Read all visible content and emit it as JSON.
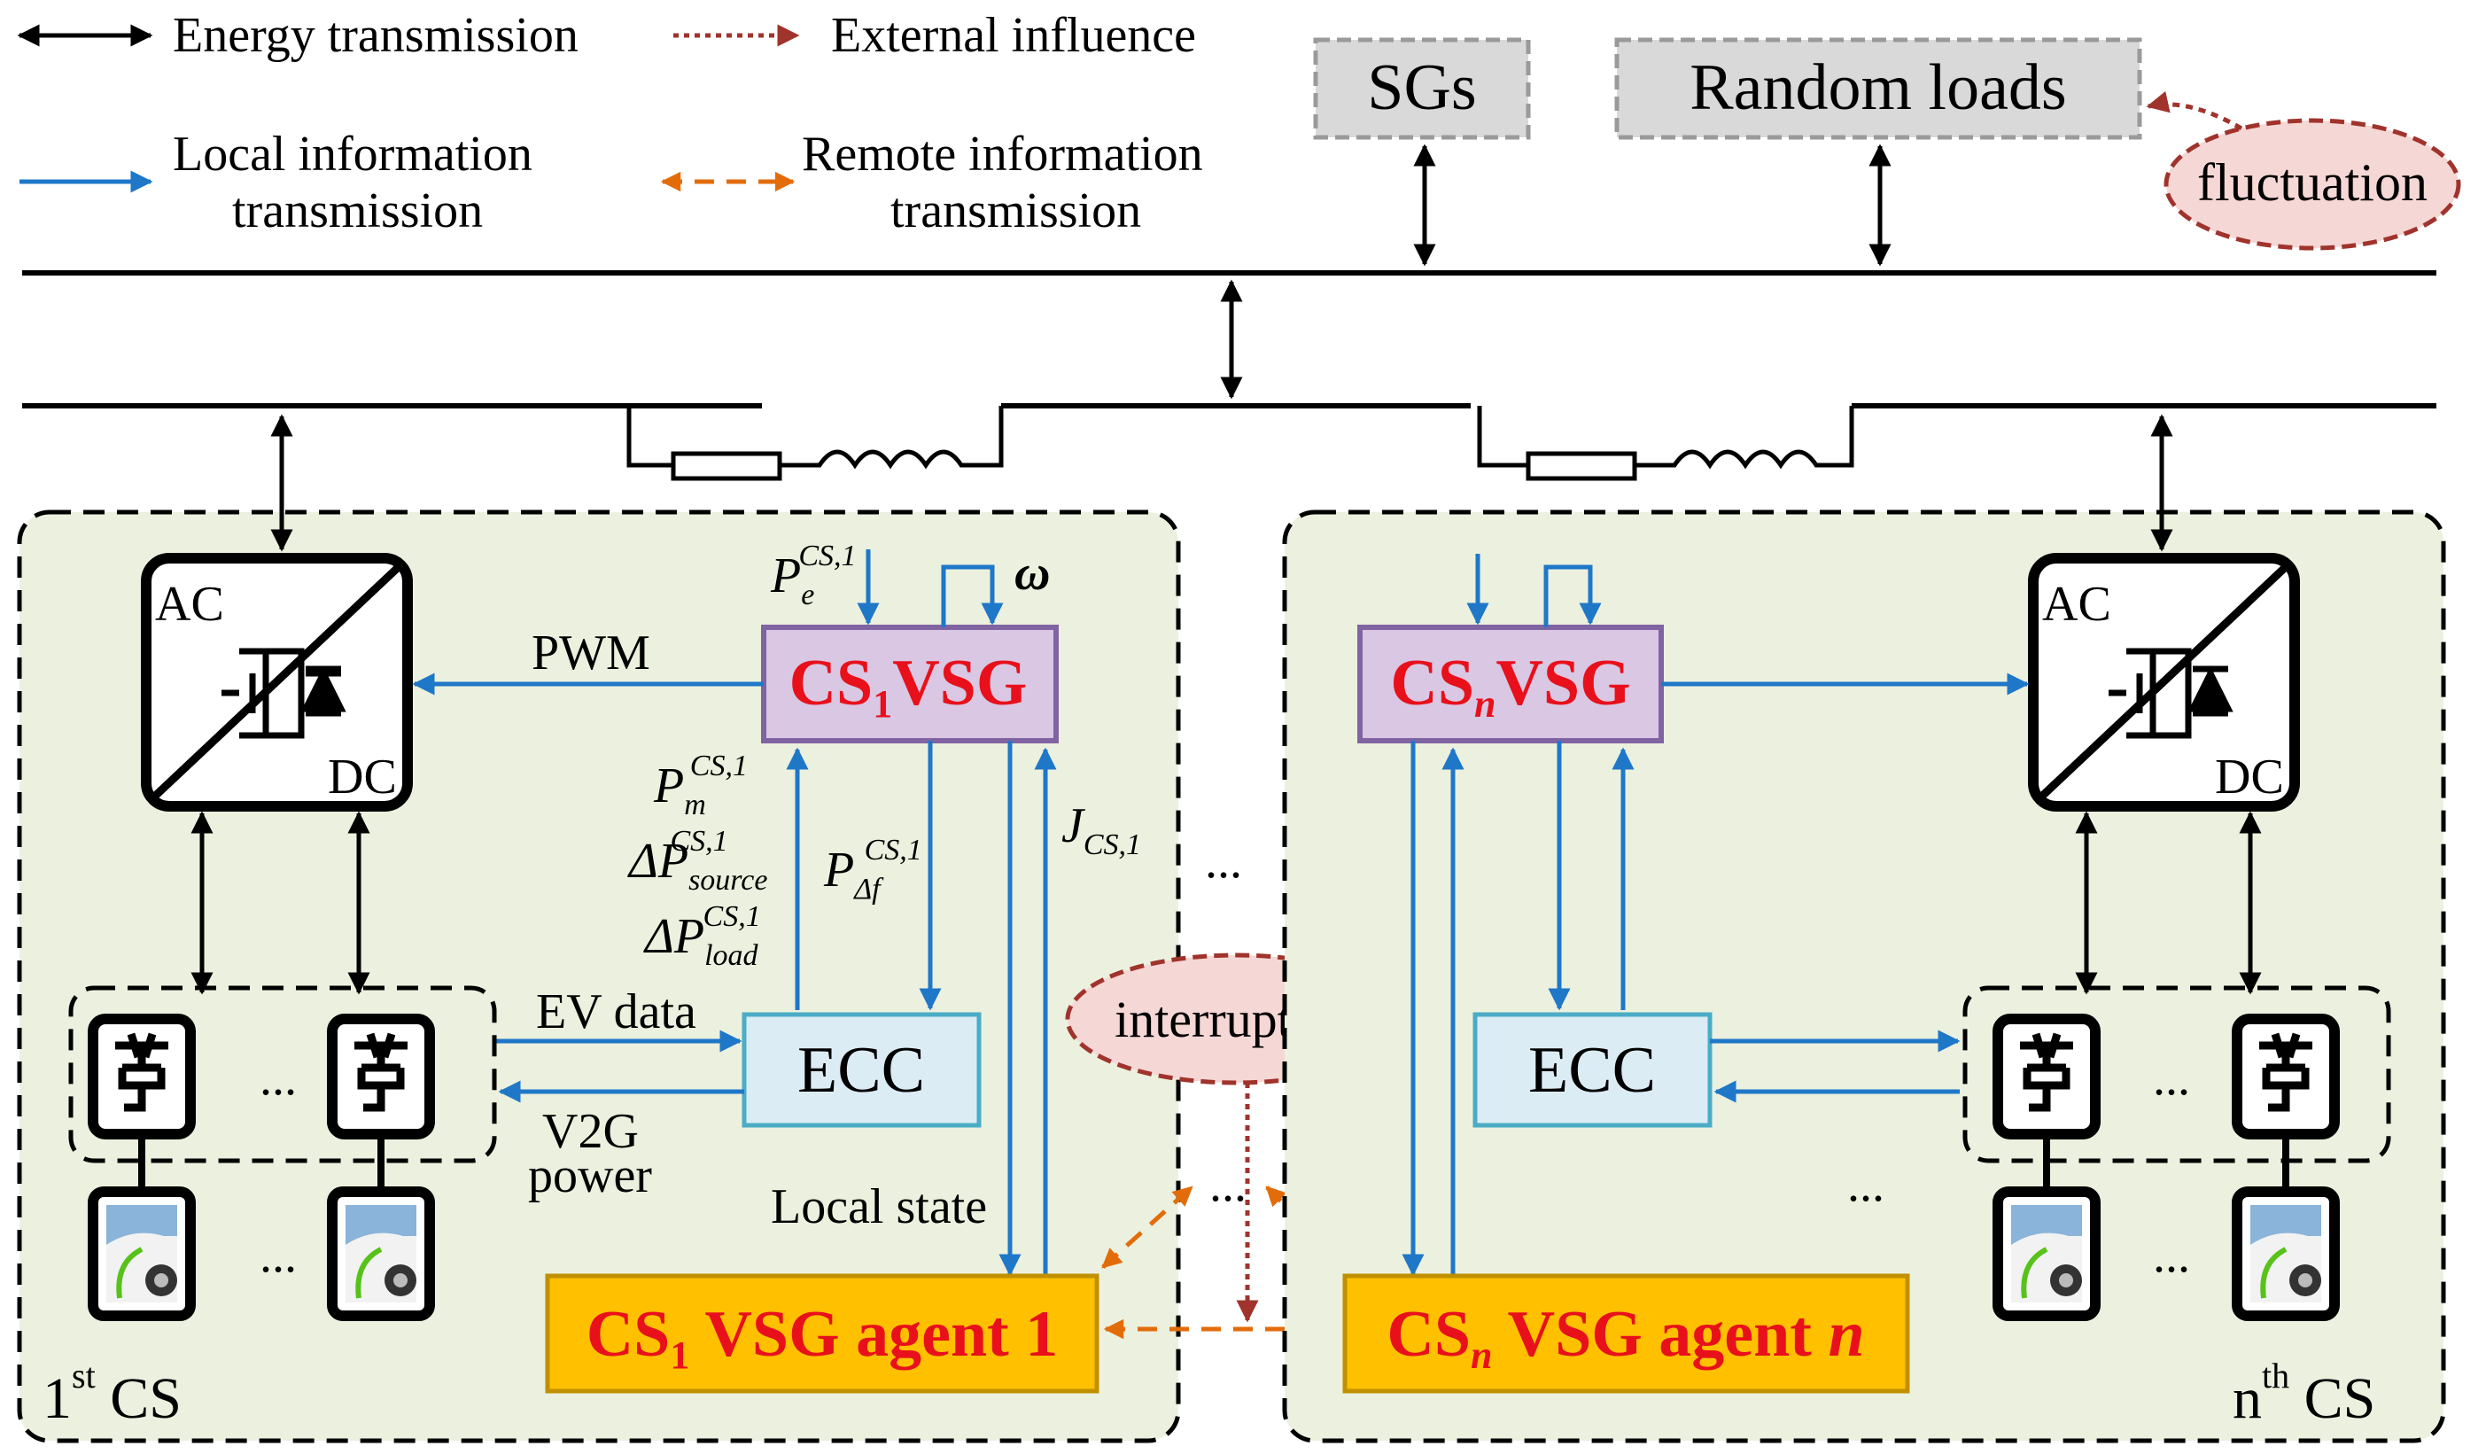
{
  "legend": {
    "energy": "Energy transmission",
    "external": "External influence",
    "local_1": "Local information",
    "local_2": "transmission",
    "remote_1": "Remote  information",
    "remote_2": "transmission"
  },
  "grid": {
    "sgs": "SGs",
    "random_loads": "Random loads",
    "fluctuation": "fluctuation"
  },
  "cs1": {
    "ac": "AC",
    "dc": "DC",
    "pwm": "PWM",
    "vsg_prefix": "CS",
    "vsg_sub": "1",
    "vsg_suffix": "VSG",
    "pe_main": "P",
    "pe_sub": "e",
    "pe_sup": "CS,1",
    "omega": "ω",
    "pm_main": "P",
    "pm_sub": "m",
    "pm_sup": "CS,1",
    "ps_main": "ΔP",
    "ps_sub": "source",
    "ps_sup": "CS,1",
    "pl_main": "ΔP",
    "pl_sub": "load",
    "pl_sup": "CS,1",
    "pdf_main": "P",
    "pdf_sub": "Δf",
    "pdf_sup": "CS,1",
    "j_main": "J",
    "j_sub": "CS,1",
    "ecc": "ECC",
    "ev_data": "EV data",
    "v2g_1": "V2G",
    "v2g_2": "power",
    "local_state": "Local state",
    "agent_prefix": "CS",
    "agent_sub": "1",
    "agent_suffix": " VSG agent 1",
    "label_main": "1",
    "label_sup": "st",
    "label_tail": " CS",
    "ellipsis": "..."
  },
  "csn": {
    "ac": "AC",
    "dc": "DC",
    "vsg_prefix": "CS",
    "vsg_sub": "n",
    "vsg_suffix": "VSG",
    "ecc": "ECC",
    "agent_prefix": "CS",
    "agent_sub": "n",
    "agent_suffix": "  VSG agent ",
    "agent_n": "n",
    "label_main": "n",
    "label_sup": "th",
    "label_tail": " CS",
    "ellipsis": "..."
  },
  "middle": {
    "interruption": "interruption",
    "dots": "...",
    "dots2": "..."
  },
  "colors": {
    "panel_fill": "#ebf1de",
    "vsg_fill": "#d9c7e3",
    "vsg_stroke": "#8064a2",
    "ecc_fill": "#dcecf4",
    "ecc_stroke": "#4bacc6",
    "agent_fill": "#ffc000",
    "blue": "#1f77c8",
    "orange": "#e36c0a",
    "brown": "#a0332c",
    "gray_fill": "#d9d9d9",
    "ellipse_fill": "#f5d7d5"
  }
}
